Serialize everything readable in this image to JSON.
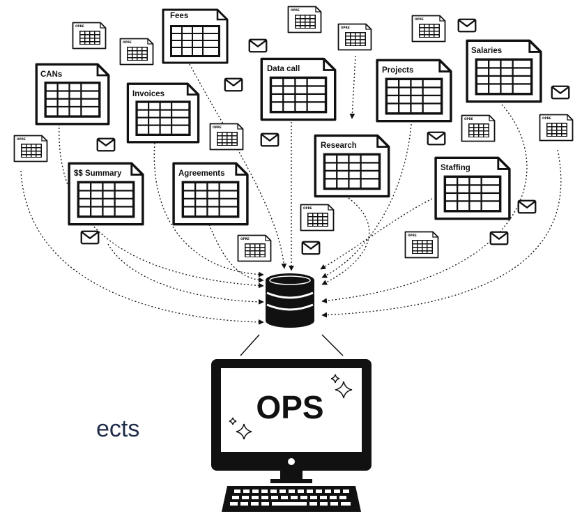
{
  "labels": {
    "fees": "Fees",
    "cans": "CANs",
    "invoices": "Invoices",
    "data_call": "Data call",
    "projects": "Projects",
    "salaries": "Salaries",
    "research": "Research",
    "staffing": "Staffing",
    "summary": "$$ Summary",
    "agreements": "Agreements"
  },
  "small_doc_label": "OPRE",
  "monitor_text": "OPS",
  "side_text": "ects",
  "colors": {
    "ink": "#111111",
    "side_text": "#1f2c4a",
    "background": "#ffffff"
  }
}
